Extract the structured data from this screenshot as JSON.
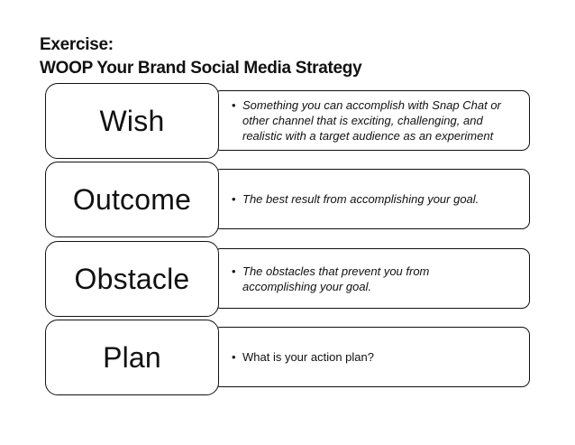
{
  "header": {
    "line1": "Exercise:",
    "line2": "WOOP Your Brand Social Media Strategy"
  },
  "rows": [
    {
      "term": "Wish",
      "bullet": "•",
      "description_lines": [
        "Something you can accomplish with Snap Chat or",
        "other channel that is exciting, challenging, and",
        "realistic with a target audience as an experiment"
      ],
      "italic": true
    },
    {
      "term": "Outcome",
      "bullet": "•",
      "description_lines": [
        "The best result from accomplishing your goal."
      ],
      "italic": true
    },
    {
      "term": "Obstacle",
      "bullet": "•",
      "description_lines": [
        "The obstacles that prevent you from",
        "accomplishing your goal."
      ],
      "italic": true
    },
    {
      "term": "Plan",
      "bullet": "•",
      "description_lines": [
        "What is your action plan?"
      ],
      "italic": false
    }
  ]
}
